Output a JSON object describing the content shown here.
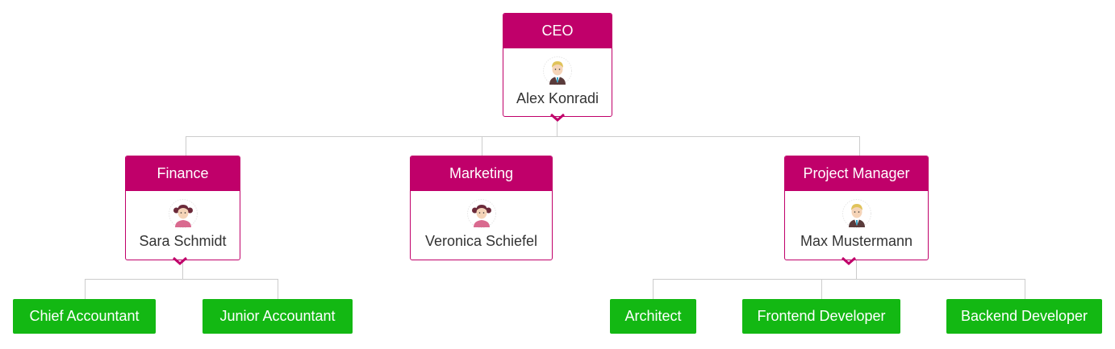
{
  "colors": {
    "manager_accent": "#c0006a",
    "leaf_accent": "#13b813",
    "connector": "#cccccc"
  },
  "ceo": {
    "title": "CEO",
    "name": "Alex Konradi",
    "avatar": "male-avatar-icon"
  },
  "managers": [
    {
      "title": "Finance",
      "name": "Sara Schmidt",
      "avatar": "female-avatar-icon",
      "reports": [
        "Chief Accountant",
        "Junior Accountant"
      ]
    },
    {
      "title": "Marketing",
      "name": "Veronica Schiefel",
      "avatar": "female-avatar-icon",
      "reports": []
    },
    {
      "title": "Project Manager",
      "name": "Max Mustermann",
      "avatar": "male-avatar-icon",
      "reports": [
        "Architect",
        "Frontend Developer",
        "Backend Developer"
      ]
    }
  ]
}
